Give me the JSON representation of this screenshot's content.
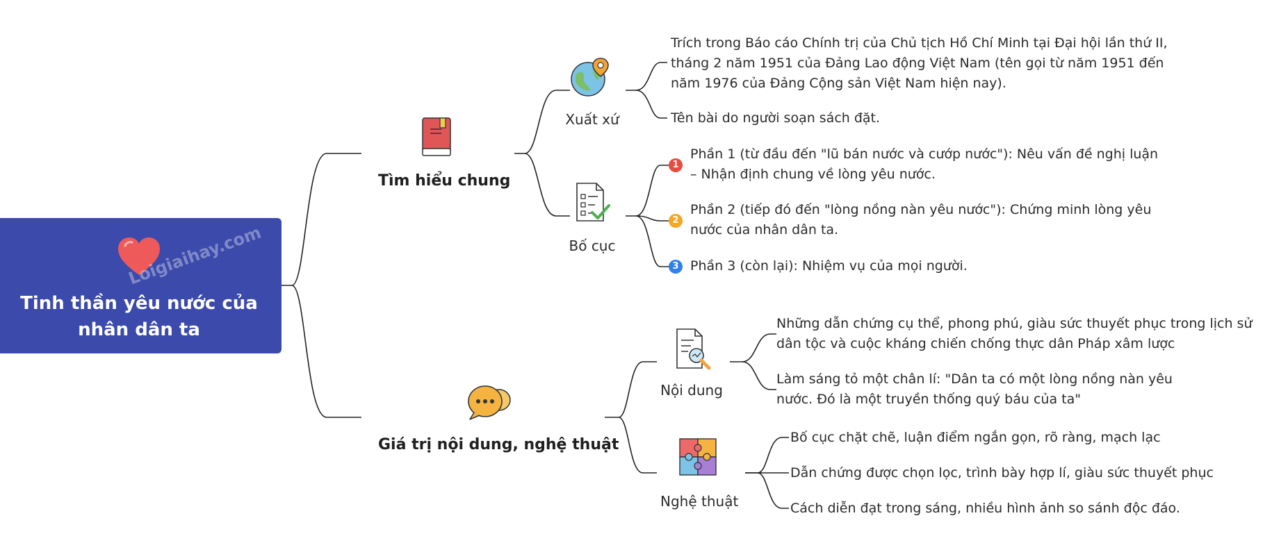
{
  "root": {
    "title_line1": "Tinh thần yêu nước của",
    "title_line2": "nhân dân ta",
    "icon": "heart-icon",
    "watermark": "Loigiaihay.com"
  },
  "branches": [
    {
      "label": "Tìm hiểu chung",
      "icon": "book-icon",
      "children": [
        {
          "label": "Xuất xứ",
          "icon": "globe-pin-icon",
          "leaves": [
            "Trích trong Báo cáo Chính trị của Chủ tịch Hồ Chí Minh tại Đại hội lần thứ II, tháng 2 năm 1951 của Đảng Lao động Việt Nam (tên gọi từ năm 1951 đến năm 1976 của Đảng Cộng sản Việt Nam hiện nay).",
            "Tên bài do người soạn sách đặt."
          ]
        },
        {
          "label": "Bố cục",
          "icon": "checklist-icon",
          "leaves": [
            "Phần 1 (từ đầu đến \"lũ bán nước và cướp nước\"): Nêu vấn đề nghị luận – Nhận định chung về lòng yêu nước.",
            "Phần 2 (tiếp đó đến \"lòng nồng nàn yêu nước\"): Chứng minh lòng yêu nước của nhân dân ta.",
            "Phần 3 (còn lại): Nhiệm vụ của mọi người."
          ],
          "badges": [
            "1",
            "2",
            "3"
          ],
          "badge_colors": [
            "#e84c3d",
            "#f5a623",
            "#2f80ed"
          ]
        }
      ]
    },
    {
      "label": "Giá trị nội dung, nghệ thuật",
      "icon": "chat-bubbles-icon",
      "children": [
        {
          "label": "Nội dung",
          "icon": "document-search-icon",
          "leaves": [
            "Những dẫn chứng cụ thể, phong phú, giàu sức thuyết phục trong lịch sử dân tộc và cuộc kháng chiến chống thực dân Pháp xâm lược",
            "Làm sáng tỏ một chân lí: \"Dân ta có một lòng nồng nàn yêu nước. Đó là một truyền thống quý báu của ta\""
          ]
        },
        {
          "label": "Nghệ thuật",
          "icon": "puzzle-icon",
          "leaves": [
            "Bố cục chặt chẽ, luận điểm ngắn gọn, rõ ràng, mạch lạc",
            "Dẫn chứng được chọn lọc, trình bày hợp lí, giàu sức thuyết phục",
            "Cách diễn đạt trong sáng, nhiều hình ảnh so sánh độc đáo."
          ]
        }
      ]
    }
  ],
  "colors": {
    "root_bg": "#3b4aab",
    "connector": "#222222"
  }
}
